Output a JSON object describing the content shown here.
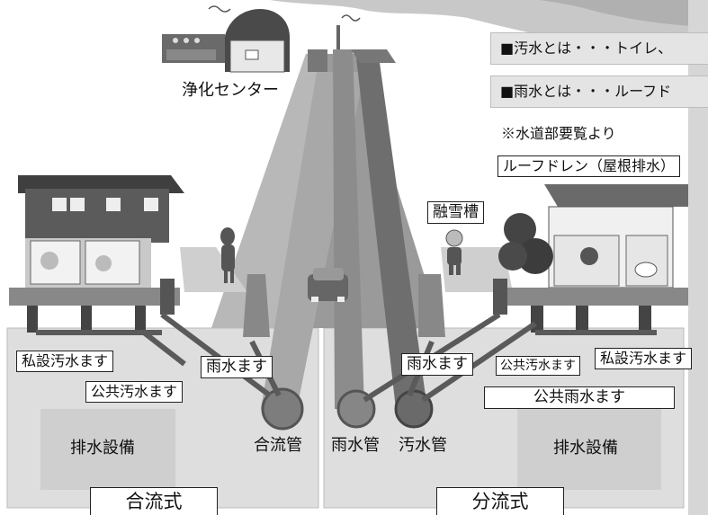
{
  "labels": {
    "purification_center": "浄化センター",
    "source_note": "※水道部要覧より",
    "roof_drain": "ルーフドレン（屋根排水）",
    "snow_melting_tank": "融雪槽",
    "private_sewage_basin_left": "私設汚水ます",
    "public_sewage_basin_left": "公共汚水ます",
    "rainwater_basin_left": "雨水ます",
    "combined_pipe": "合流管",
    "drainage_equipment_left": "排水設備",
    "combined_system": "合流式",
    "rainwater_pipe": "雨水管",
    "sewage_pipe": "汚水管",
    "rainwater_basin_right": "雨水ます",
    "public_sewage_basin_right": "公共汚水ます",
    "private_sewage_basin_right": "私設汚水ます",
    "public_rainwater_basin": "公共雨水ます",
    "drainage_equipment_right": "排水設備",
    "separate_system": "分流式"
  },
  "definitions": [
    {
      "marker": "■",
      "text": "汚水とは・・・トイレ、"
    },
    {
      "marker": "■",
      "text": "雨水とは・・・ルーフド"
    }
  ],
  "colors": {
    "background": "#ffffff",
    "panel": "#dcdcdc",
    "pipe": "#8a8a8a",
    "pipe_dark": "#5a5a5a",
    "building": "#555555",
    "road": "#7a7a7a",
    "smoke": "#c8c8c8"
  }
}
